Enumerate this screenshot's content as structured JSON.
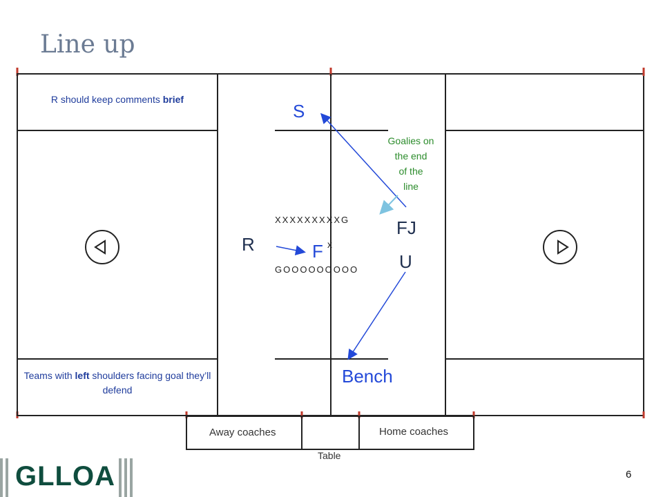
{
  "slide": {
    "title": "Line up",
    "page_number": "6"
  },
  "notes": {
    "top_left_pre": "R should keep comments ",
    "top_left_bold": "brief",
    "bottom_left_pre": "Teams with ",
    "bottom_left_bold": "left",
    "bottom_left_post": " shoulders facing goal they’ll defend",
    "goalies": [
      "Goalies on",
      "the end",
      "of the",
      "line"
    ]
  },
  "positions": {
    "s": "S",
    "r": "R",
    "f": "F",
    "x_mark": "x",
    "fj": "FJ",
    "u": "U",
    "bench": "Bench"
  },
  "lineup": {
    "top_row": "XXXXXXXXXG",
    "bottom_row": "GOOOOOOOOO"
  },
  "table_area": {
    "away": "Away coaches",
    "home": "Home coaches",
    "table": "Table"
  },
  "logo": {
    "text": "GLLOA"
  },
  "colors": {
    "arrow_blue": "#2349d8",
    "goalie_arrow": "#7ec3e0",
    "accent_green": "#2c8c2c",
    "field_red": "#c0392b"
  }
}
